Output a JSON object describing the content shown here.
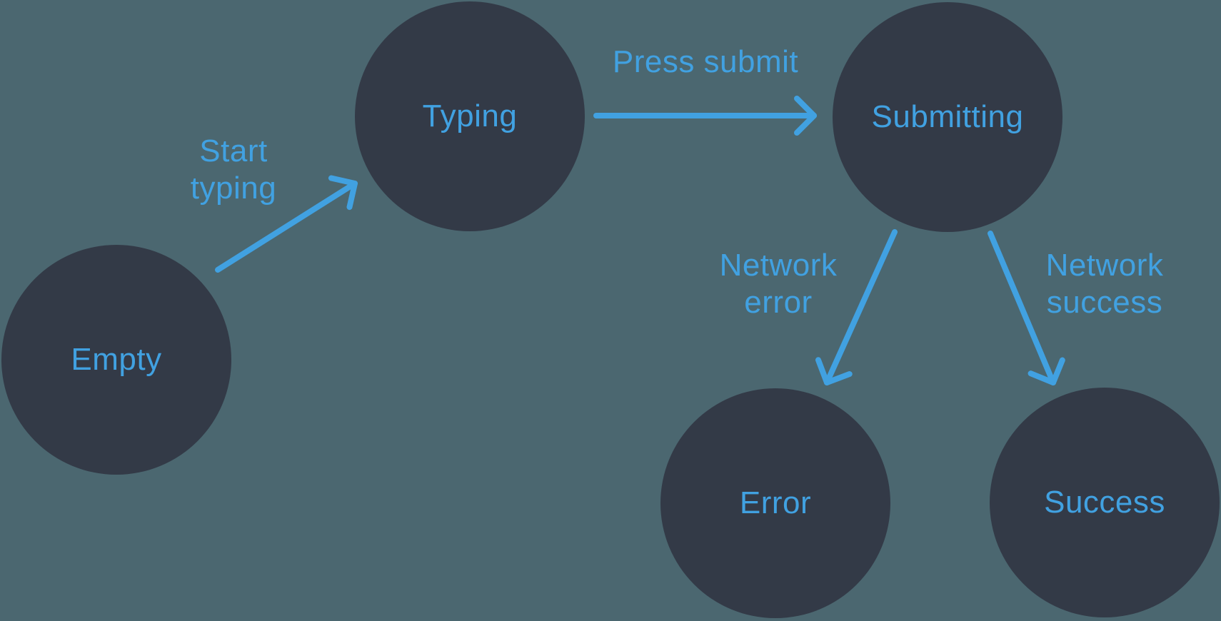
{
  "diagram": {
    "colors": {
      "background": "#4B6770",
      "node_fill": "#333A47",
      "accent": "#41A1E1"
    },
    "nodes": [
      {
        "id": "empty",
        "label": "Empty"
      },
      {
        "id": "typing",
        "label": "Typing"
      },
      {
        "id": "submitting",
        "label": "Submitting"
      },
      {
        "id": "error",
        "label": "Error"
      },
      {
        "id": "success",
        "label": "Success"
      }
    ],
    "edges": [
      {
        "from": "empty",
        "to": "typing",
        "label": "Start typing",
        "label_lines": [
          "Start",
          "typing"
        ]
      },
      {
        "from": "typing",
        "to": "submitting",
        "label": "Press submit",
        "label_lines": [
          "Press submit"
        ]
      },
      {
        "from": "submitting",
        "to": "error",
        "label": "Network error",
        "label_lines": [
          "Network",
          "error"
        ]
      },
      {
        "from": "submitting",
        "to": "success",
        "label": "Network success",
        "label_lines": [
          "Network",
          "success"
        ]
      }
    ]
  }
}
